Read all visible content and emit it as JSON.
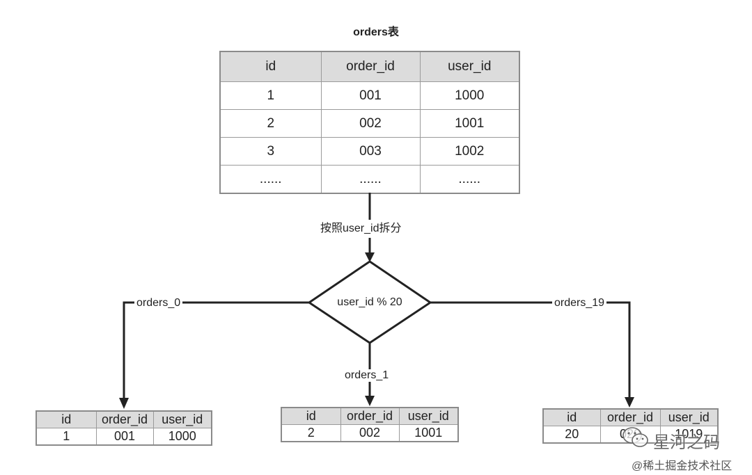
{
  "title": "orders表",
  "main_table": {
    "headers": [
      "id",
      "order_id",
      "user_id"
    ],
    "rows": [
      [
        "1",
        "001",
        "1000"
      ],
      [
        "2",
        "002",
        "1001"
      ],
      [
        "3",
        "003",
        "1002"
      ],
      [
        "......",
        "......",
        "......"
      ]
    ]
  },
  "split_label": "按照user_id拆分",
  "decision_label": "user_id % 20",
  "branches": [
    {
      "label": "orders_0",
      "headers": [
        "id",
        "order_id",
        "user_id"
      ],
      "row": [
        "1",
        "001",
        "1000"
      ]
    },
    {
      "label": "orders_1",
      "headers": [
        "id",
        "order_id",
        "user_id"
      ],
      "row": [
        "2",
        "002",
        "1001"
      ]
    },
    {
      "label": "orders_19",
      "headers": [
        "id",
        "order_id",
        "user_id"
      ],
      "row": [
        "20",
        "020",
        "1019"
      ]
    }
  ],
  "watermark": {
    "brand": "星河之码",
    "site": "@稀土掘金技术社区"
  },
  "colors": {
    "line": "#222222",
    "header_bg": "#dcdcdc",
    "border": "#8a8a8a"
  }
}
